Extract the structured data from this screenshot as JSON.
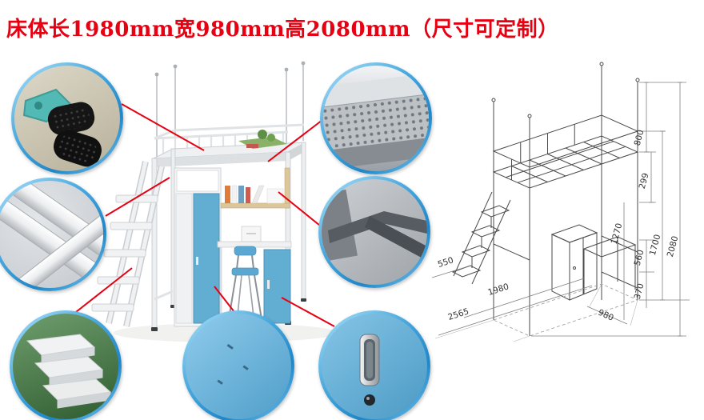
{
  "title": "床体长1980mm宽980mm高2080mm（尺寸可定制）",
  "colors": {
    "accent_red": "#e60012",
    "callout_ring_blue": "#2a93d5",
    "furniture_blue": "#62aed2"
  },
  "diagram": {
    "dims": {
      "d800": "800",
      "d299": "299",
      "d1270": "1270",
      "d1700": "1700",
      "d2080": "2080",
      "d560": "560",
      "d370": "370",
      "d550": "550",
      "d1980": "1980",
      "d2565": "2565",
      "d980": "980"
    }
  }
}
